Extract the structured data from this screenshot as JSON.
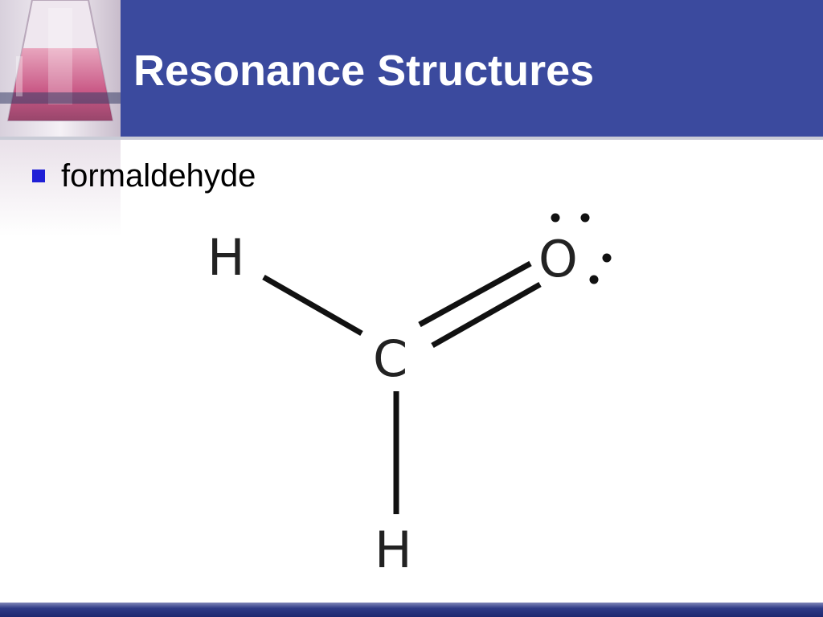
{
  "slide": {
    "title": "Resonance Structures",
    "bullet": "formaldehyde"
  },
  "molecule": {
    "name": "formaldehyde",
    "atoms": {
      "h_top": "H",
      "o": "O",
      "c": "C",
      "h_bottom": "H"
    },
    "bonds": [
      "H-C single",
      "C=O double",
      "C-H single"
    ],
    "oxygen_lone_pairs": 2
  },
  "colors": {
    "header": "#3b4a9e",
    "title_text": "#ffffff",
    "bullet": "#1f1fd6",
    "footer": "#1e2870"
  },
  "icons": {
    "decoration": "flask-icon",
    "bullet": "square-bullet-icon"
  }
}
